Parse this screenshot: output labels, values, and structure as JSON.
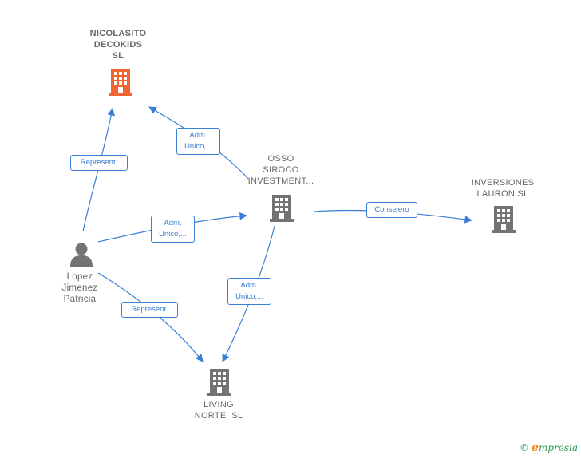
{
  "colors": {
    "edge": "#3a7fd5",
    "highlight_building": "#f26430",
    "building": "#737373",
    "person": "#737373",
    "label_text": "#666666"
  },
  "nodes": {
    "nicolasito": {
      "lines": [
        "NICOLASITO",
        "DECOKIDS",
        "SL"
      ],
      "icon": "building-icon"
    },
    "osso": {
      "lines": [
        "OSSO",
        "SIROCO",
        "INVESTMENT..."
      ],
      "icon": "building-icon"
    },
    "inversiones": {
      "lines": [
        "INVERSIONES",
        "LAURON SL"
      ],
      "icon": "building-icon"
    },
    "lopez": {
      "lines": [
        "Lopez",
        "Jimenez",
        "Patricia"
      ],
      "icon": "person-icon"
    },
    "living": {
      "lines": [
        "LIVING",
        "NORTE  SL"
      ],
      "icon": "building-icon"
    }
  },
  "edges": {
    "lopez_nicolasito": {
      "lines": [
        "Represent."
      ]
    },
    "osso_nicolasito": {
      "lines": [
        "Adm.",
        "Unico,..."
      ]
    },
    "lopez_osso": {
      "lines": [
        "Adm.",
        "Unico,..."
      ]
    },
    "osso_inversiones": {
      "lines": [
        "Consejero"
      ]
    },
    "osso_living": {
      "lines": [
        "Adm.",
        "Unico,..."
      ]
    },
    "lopez_living": {
      "lines": [
        "Represent."
      ]
    }
  },
  "footer": {
    "copyright": "©",
    "brand_initial": "e",
    "brand_rest": "mpresia"
  }
}
